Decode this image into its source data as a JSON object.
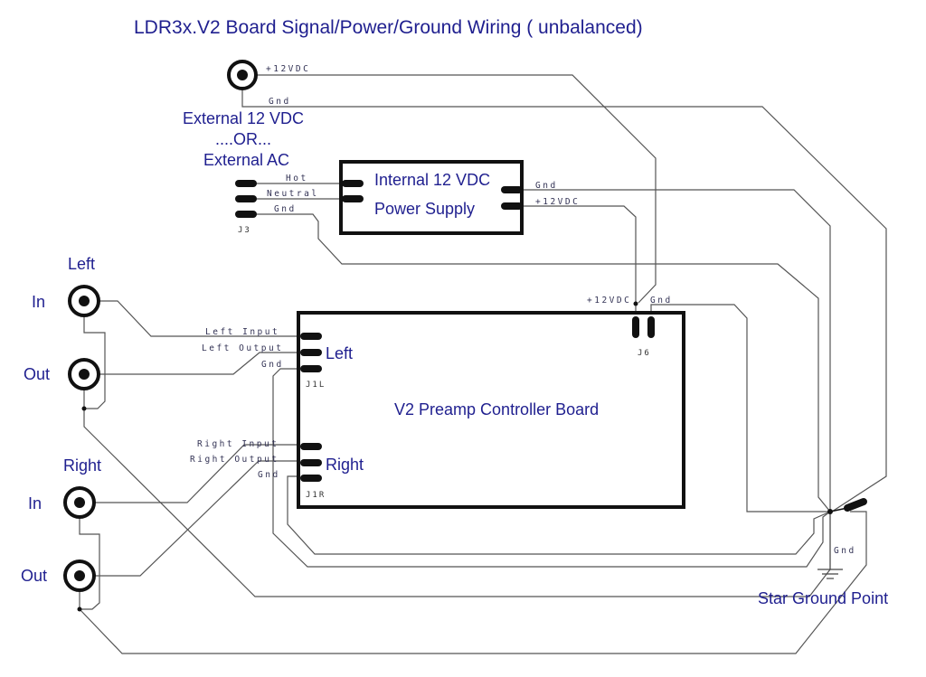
{
  "title": "LDR3x.V2 Board Signal/Power/Ground Wiring   ( unbalanced)",
  "colors": {
    "label_text": "#1f1f8f",
    "wire": "#555555",
    "outline": "#111111",
    "background": "#ffffff"
  },
  "external_power": {
    "line1": "External 12 VDC",
    "line2": "....OR...",
    "line3": "External AC",
    "dc_jack_pins": {
      "positive": "+12VDC",
      "ground": "Gnd"
    },
    "ac_connector": {
      "ref": "J3",
      "pins": [
        "Hot",
        "Neutral",
        "Gnd"
      ]
    }
  },
  "power_supply": {
    "line1": "Internal 12 VDC",
    "line2": "Power Supply",
    "outputs": [
      "Gnd",
      "+12VDC"
    ]
  },
  "preamp_board": {
    "title": "V2 Preamp Controller Board",
    "left_connector": {
      "label": "Left",
      "ref": "J1L",
      "pins": [
        "Left Input",
        "Left Output",
        "Gnd"
      ]
    },
    "right_connector": {
      "label": "Right",
      "ref": "J1R",
      "pins": [
        "Right Input",
        "Right Output",
        "Gnd"
      ]
    },
    "power_connector": {
      "ref": "J6",
      "pins": [
        "+12VDC",
        "Gnd"
      ]
    }
  },
  "jacks": {
    "left": {
      "group_label": "Left",
      "in_label": "In",
      "out_label": "Out"
    },
    "right": {
      "group_label": "Right",
      "in_label": "In",
      "out_label": "Out"
    }
  },
  "ground": {
    "label": "Gnd",
    "star_point_label": "Star Ground Point"
  }
}
